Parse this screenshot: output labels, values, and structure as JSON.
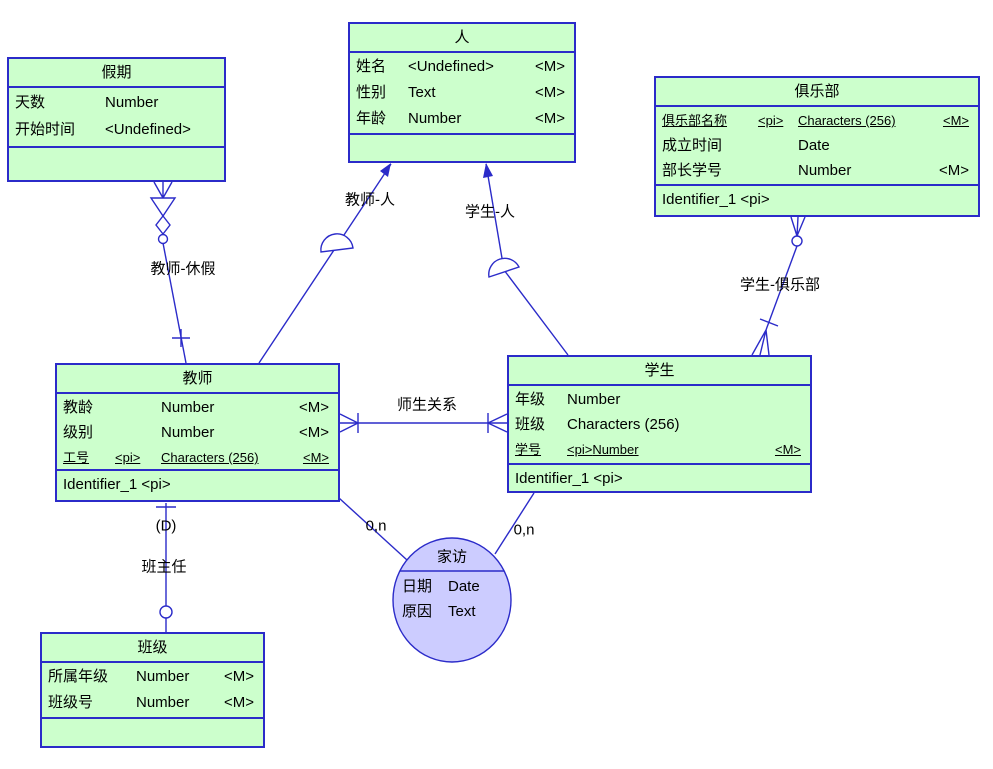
{
  "diagram": {
    "colors": {
      "entity_fill": "#ccffcc",
      "association_fill": "#ccccff",
      "line_blue": "#2b2bc9",
      "text": "#000000",
      "background": "#ffffff"
    }
  },
  "entities": {
    "ren": {
      "title": "人",
      "rows": [
        {
          "name": "姓名",
          "type": "<Undefined>",
          "m": "<M>"
        },
        {
          "name": "性别",
          "type": "Text",
          "m": "<M>"
        },
        {
          "name": "年龄",
          "type": "Number",
          "m": "<M>"
        }
      ]
    },
    "jiaqi": {
      "title": "假期",
      "rows": [
        {
          "name": "天数",
          "type": "Number"
        },
        {
          "name": "开始时间",
          "type": "<Undefined>"
        }
      ]
    },
    "julebu": {
      "title": "俱乐部",
      "rows": [
        {
          "name": "俱乐部名称",
          "pi": "<pi>",
          "type": "Characters (256)",
          "m": "<M>"
        },
        {
          "name": "成立时间",
          "type": "Date"
        },
        {
          "name": "部长学号",
          "type": "Number",
          "m": "<M>"
        }
      ],
      "identifier": "Identifier_1  <pi>"
    },
    "jiaoshi": {
      "title": "教师",
      "rows": [
        {
          "name": "教龄",
          "type": "Number",
          "m": "<M>"
        },
        {
          "name": "级别",
          "type": "Number",
          "m": "<M>"
        },
        {
          "name": "工号",
          "pi": "<pi>",
          "type": "Characters (256)",
          "m": "<M>"
        }
      ],
      "identifier": "Identifier_1  <pi>"
    },
    "xuesheng": {
      "title": "学生",
      "rows": [
        {
          "name": "年级",
          "type": "Number"
        },
        {
          "name": "班级",
          "type": "Characters (256)"
        },
        {
          "name": "学号",
          "pi": "<pi>",
          "type": "Number",
          "m": "<M>"
        }
      ],
      "identifier": "Identifier_1  <pi>"
    },
    "banji": {
      "title": "班级",
      "rows": [
        {
          "name": "所属年级",
          "type": "Number",
          "m": "<M>"
        },
        {
          "name": "班级号",
          "type": "Number",
          "m": "<M>"
        }
      ]
    }
  },
  "association": {
    "title": "家访",
    "rows": [
      {
        "name": "日期",
        "type": "Date"
      },
      {
        "name": "原因",
        "type": "Text"
      }
    ]
  },
  "relationships": {
    "teacher_vacation": {
      "label": "教师-休假"
    },
    "teacher_person": {
      "label": "教师-人"
    },
    "student_person": {
      "label": "学生-人"
    },
    "student_club": {
      "label": "学生-俱乐部"
    },
    "teacher_student": {
      "label": "师生关系"
    },
    "class_teacher": {
      "label": "班主任",
      "dominance": "(D)"
    },
    "teacher_visit": {
      "cardinality": "0,n"
    },
    "student_visit": {
      "cardinality": "0,n"
    }
  }
}
